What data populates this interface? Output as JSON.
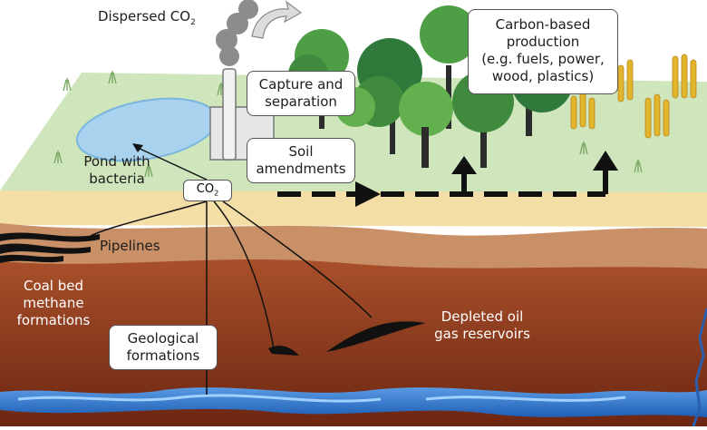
{
  "labels": {
    "dispersed_co2": "Dispersed CO",
    "dispersed_co2_sub": "2",
    "capture_separation": [
      "Capture and",
      "separation"
    ],
    "soil_amendments": [
      "Soil",
      "amendments"
    ],
    "carbon_based_production": [
      "Carbon-based",
      "production",
      "(e.g. fuels, power,",
      "wood, plastics)"
    ],
    "pond_with_bacteria": [
      "Pond with",
      "bacteria"
    ],
    "co2_node": "CO",
    "co2_node_sub": "2",
    "pipelines": "Pipelines",
    "coal_bed": [
      "Coal bed",
      "methane",
      "formations"
    ],
    "geological_formations": [
      "Geological",
      "formations"
    ],
    "depleted_oil": [
      "Depleted oil",
      "gas reservoirs"
    ]
  },
  "colors": {
    "grass": "#cfe6bc",
    "topsoil": "#f3dfa6",
    "soil_band": "#c98f66",
    "deep_soil": "#8a361b",
    "water": "#3b7fd6",
    "pond": "#a9d2ee",
    "tree_dark": "#2f7a3a",
    "tree_light": "#63b04f",
    "wheat": "#e3b52c"
  }
}
